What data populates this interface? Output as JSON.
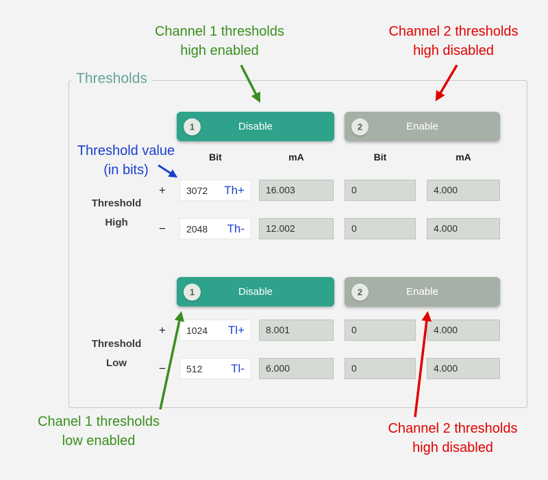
{
  "panel": {
    "legend": "Thresholds"
  },
  "headers": {
    "bit": "Bit",
    "ma": "mA"
  },
  "annotations": {
    "top_green": {
      "line1": "Channel 1 thresholds",
      "line2": "high enabled"
    },
    "top_red": {
      "line1": "Channel 2 thresholds",
      "line2": "high disabled"
    },
    "blue": {
      "line1": "Threshold value",
      "line2": "(in bits)"
    },
    "bottom_green": {
      "line1": "Chanel 1 thresholds",
      "line2": "low enabled"
    },
    "bottom_red": {
      "line1": "Channel 2 thresholds",
      "line2": "high disabled"
    }
  },
  "high": {
    "label_line1": "Threshold",
    "label_line2": "High",
    "ch1_button": {
      "badge": "1",
      "label": "Disable"
    },
    "ch2_button": {
      "badge": "2",
      "label": "Enable"
    },
    "rows": [
      {
        "sign": "+",
        "ch1_bit": "3072",
        "tag": "Th+",
        "ch1_ma": "16.003",
        "ch2_bit": "0",
        "ch2_ma": "4.000"
      },
      {
        "sign": "−",
        "ch1_bit": "2048",
        "tag": "Th-",
        "ch1_ma": "12.002",
        "ch2_bit": "0",
        "ch2_ma": "4.000"
      }
    ]
  },
  "low": {
    "label_line1": "Threshold",
    "label_line2": "Low",
    "ch1_button": {
      "badge": "1",
      "label": "Disable"
    },
    "ch2_button": {
      "badge": "2",
      "label": "Enable"
    },
    "rows": [
      {
        "sign": "+",
        "ch1_bit": "1024",
        "tag": "Tl+",
        "ch1_ma": "8.001",
        "ch2_bit": "0",
        "ch2_ma": "4.000"
      },
      {
        "sign": "−",
        "ch1_bit": "512",
        "tag": "Tl-",
        "ch1_ma": "6.000",
        "ch2_bit": "0",
        "ch2_ma": "4.000"
      }
    ]
  },
  "colors": {
    "enabled_button": "#2fa28b",
    "disabled_button": "#a7b0a7",
    "field_disabled": "#d6dad5",
    "annotation_green": "#3a8e1e",
    "annotation_red": "#e00000",
    "annotation_blue": "#1d3fd0",
    "legend_teal": "#67a39a"
  }
}
